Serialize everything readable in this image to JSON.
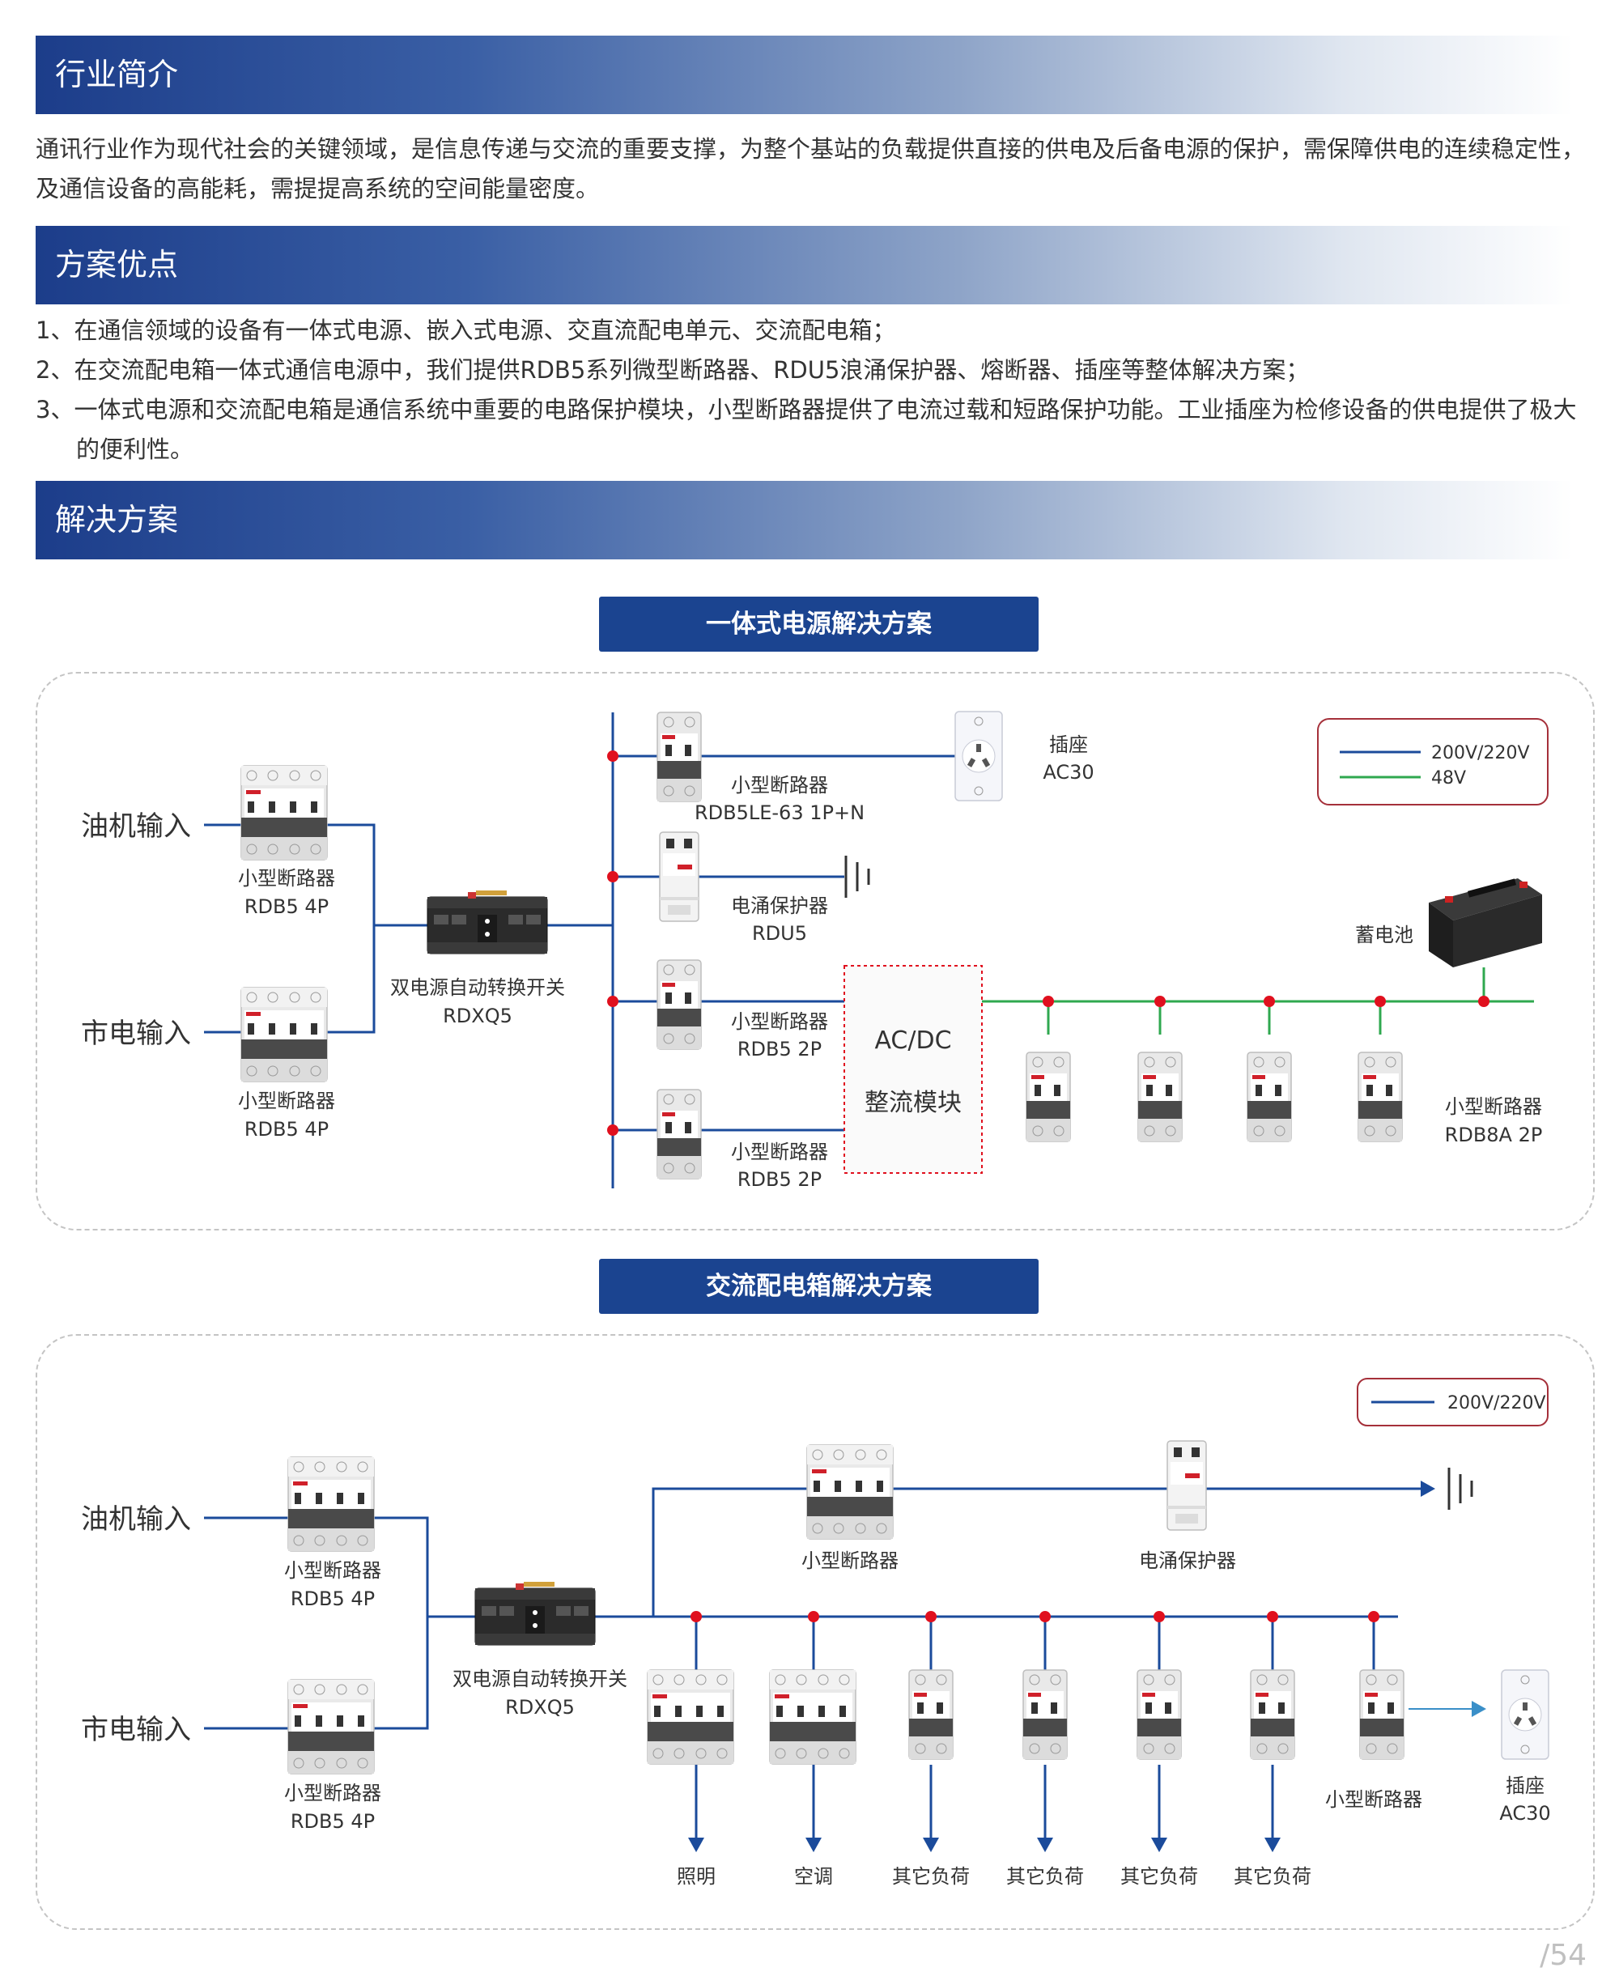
{
  "sections": {
    "intro": {
      "title": "行业简介",
      "text": "通讯行业作为现代社会的关键领域，是信息传递与交流的重要支撑，为整个基站的负载提供直接的供电及后备电源的保护，需保障供电的连续稳定性，及通信设备的高能耗，需提提高系统的空间能量密度。"
    },
    "advantages": {
      "title": "方案优点",
      "items": [
        "1、在通信领域的设备有一体式电源、嵌入式电源、交直流配电单元、交流配电箱；",
        "2、在交流配电箱一体式通信电源中，我们提供RDB5系列微型断路器、RDU5浪涌保护器、熔断器、插座等整体解决方案；",
        "3、一体式电源和交流配电箱是通信系统中重要的电路保护模块，小型断路器提供了电流过载和短路保护功能。工业插座为检修设备的供电提供了极大的便利性。"
      ]
    },
    "solutions": {
      "title": "解决方案"
    }
  },
  "diagram1": {
    "title": "一体式电源解决方案",
    "input_top": "油机输入",
    "input_bottom": "市电输入",
    "breaker_in_top": [
      "小型断路器",
      "RDB5 4P"
    ],
    "breaker_in_bottom": [
      "小型断路器",
      "RDB5 4P"
    ],
    "ats": [
      "双电源自动转换开关",
      "RDXQ5"
    ],
    "branch1": [
      "小型断路器",
      "RDB5LE-63 1P+N"
    ],
    "socket": [
      "插座",
      "AC30"
    ],
    "surge": [
      "电涌保护器",
      "RDU5"
    ],
    "branch3": [
      "小型断路器",
      "RDB5 2P"
    ],
    "branch4": [
      "小型断路器",
      "RDB5 2P"
    ],
    "rectifier": [
      "AC/DC",
      "整流模块"
    ],
    "battery": "蓄电池",
    "dc_breakers": [
      "小型断路器",
      "RDB8A 2P"
    ],
    "legend": [
      {
        "label": "200V/220V",
        "color": "#1b4b9b"
      },
      {
        "label": "48V",
        "color": "#2fa84f"
      }
    ]
  },
  "diagram2": {
    "title": "交流配电箱解决方案",
    "input_top": "油机输入",
    "input_bottom": "市电输入",
    "breaker_in_top": [
      "小型断路器",
      "RDB5 4P"
    ],
    "breaker_in_bottom": [
      "小型断路器",
      "RDB5 4P"
    ],
    "ats": [
      "双电源自动转换开关",
      "RDXQ5"
    ],
    "top_breaker": "小型断路器",
    "top_surge": "电涌保护器",
    "loads": [
      "照明",
      "空调",
      "其它负荷",
      "其它负荷",
      "其它负荷",
      "其它负荷"
    ],
    "socket_breaker": "小型断路器",
    "socket": [
      "插座",
      "AC30"
    ],
    "legend": [
      {
        "label": "200V/220V",
        "color": "#1b4b9b"
      }
    ]
  },
  "page_number": "/54",
  "colors": {
    "line": "#1b4b9b",
    "dc_line": "#2fa84f",
    "node": "#e0101e",
    "header": "#1c3d8a",
    "legend_border": "#a5303a"
  }
}
